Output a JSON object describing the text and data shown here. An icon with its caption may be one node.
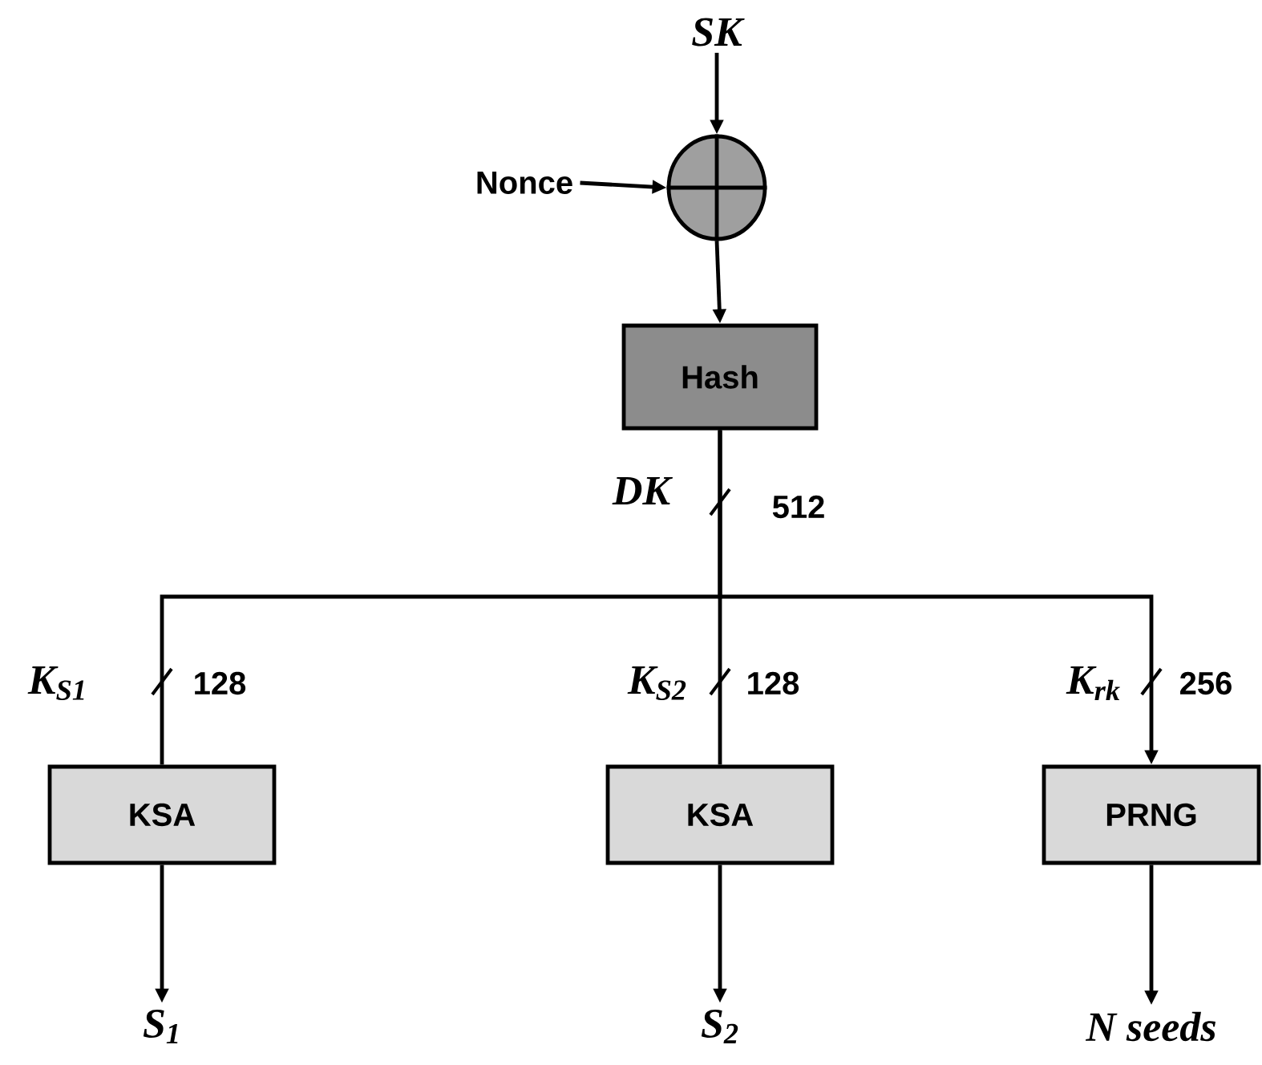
{
  "diagram": {
    "nodes": [
      {
        "text": [
          "SK"
        ]
      },
      {
        "text": [
          "Nonce"
        ]
      },
      {
        "text": [],
        "shape": "circle"
      },
      {
        "text": [
          "Hash"
        ]
      },
      {
        "text": [
          "KSA"
        ]
      },
      {
        "text": [
          "KSA"
        ]
      },
      {
        "text": [
          "PRNG"
        ]
      },
      {
        "text": [
          "S$_{1}$"
        ]
      },
      {
        "text": [
          "S$_{2}$"
        ]
      },
      {
        "text": [
          "N seeds"
        ]
      }
    ],
    "edges": [
      {
        "from": 0,
        "to": 2,
        "arrow": "to"
      },
      {
        "from": 1,
        "to": 2,
        "arrow": "to"
      },
      {
        "from": 2,
        "to": 3,
        "arrow": "to"
      },
      {
        "from": 3,
        "to": 4,
        "arrow": "none"
      },
      {
        "from": 3,
        "to": 5,
        "arrow": "none"
      },
      {
        "from": 3,
        "to": 6,
        "arrow": "to"
      },
      {
        "from": 4,
        "to": 7,
        "arrow": "to"
      },
      {
        "from": 5,
        "to": 8,
        "arrow": "to"
      },
      {
        "from": 6,
        "to": 9,
        "arrow": "to"
      }
    ],
    "labels": [
      "DK",
      "512",
      "K$_{S1}$",
      "128",
      "K$_{S2}$",
      "128",
      "K$_{rk}$",
      "256"
    ]
  }
}
